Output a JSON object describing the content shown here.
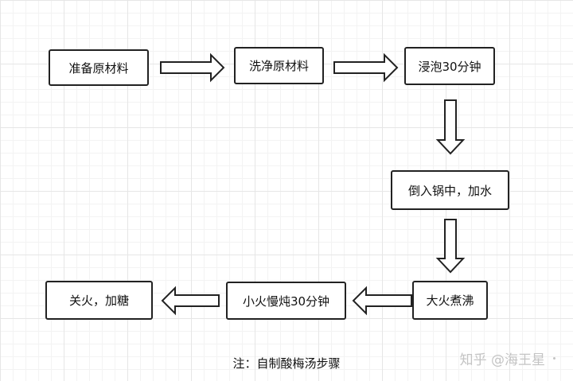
{
  "steps": {
    "s1": "准备原材料",
    "s2": "洗净原材料",
    "s3": "浸泡30分钟",
    "s4": "倒入锅中，加水",
    "s5": "大火煮沸",
    "s6": "小火慢炖30分钟",
    "s7": "关火，加糖"
  },
  "caption": "注：自制酸梅汤步骤",
  "watermark": "知乎 @海王星",
  "colors": {
    "stroke": "#222222",
    "grid": "#e6e6e6",
    "watermark": "#c4c4c4"
  }
}
